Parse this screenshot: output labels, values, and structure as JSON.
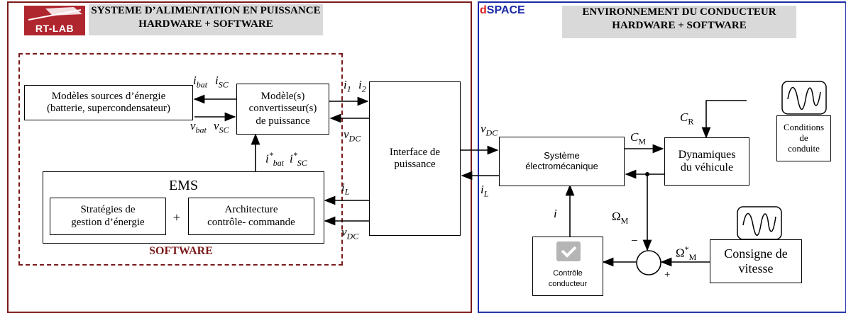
{
  "left_panel": {
    "logo_text": "RT-LAB",
    "title_line1": "SYSTEME D’ALIMENTATION EN PUISSANCE",
    "title_line2": "HARDWARE + SOFTWARE",
    "software_label": "SOFTWARE"
  },
  "right_panel": {
    "logo_d": "d",
    "logo_rest": "SPACE",
    "title_line1": "ENVIRONNEMENT DU CONDUCTEUR",
    "title_line2": "HARDWARE + SOFTWARE"
  },
  "blocks": {
    "sources_line1": "Modèles sources d’énergie",
    "sources_line2": "(batterie, supercondensateur)",
    "converter_line1": "Modèle(s)",
    "converter_line2": "convertisseur(s)",
    "converter_line3": "de puissance",
    "interface_line1": "Interface de",
    "interface_line2": "puissance",
    "ems_title": "EMS",
    "strategies_line1": "Stratégies de",
    "strategies_line2": "gestion d’énergie",
    "plus_sign": "+",
    "architecture_line1": "Architecture",
    "architecture_line2": "contrôle- commande",
    "electro_line1": "Système",
    "electro_line2": "électromécanique",
    "dynamics_line1": "Dynamiques",
    "dynamics_line2": "du véhicule",
    "conditions_line1": "Conditions",
    "conditions_line2": "de",
    "conditions_line3": "conduite",
    "consigne_line1": "Consigne de",
    "consigne_line2": "vitesse",
    "controle_line1": "Contrôle",
    "controle_line2": "conducteur"
  },
  "signals": {
    "i_bat": "i",
    "i_bat_sub": "bat",
    "i_sc": "i",
    "i_sc_sub": "SC",
    "v_bat": "v",
    "v_bat_sub": "bat",
    "v_sc": "v",
    "v_sc_sub": "SC",
    "i1": "i",
    "i1_sub": "1",
    "i2": "i",
    "i2_sub": "2",
    "v_dc": "v",
    "v_dc_sub": "DC",
    "i_star_bat": "i",
    "i_star_bat_sub": "bat",
    "i_star_sc": "i",
    "i_star_sc_sub": "SC",
    "star": "*",
    "i_l": "i",
    "i_l_sub": "L",
    "c_m": "C",
    "c_m_sub": "M",
    "c_r": "C",
    "c_r_sub": "R",
    "omega_m": "Ω",
    "omega_m_sub": "M",
    "i_plain": "i",
    "minus": "−",
    "plus": "+"
  }
}
